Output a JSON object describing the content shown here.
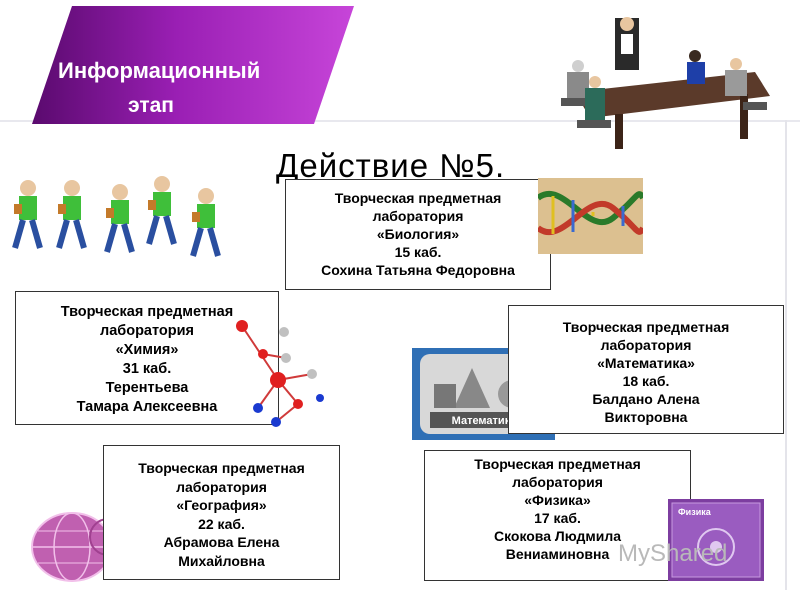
{
  "banner": {
    "line1": "Информационный",
    "line2": "этап"
  },
  "title": "Действие №5.",
  "labs": {
    "biology": [
      "Творческая предметная",
      "лаборатория",
      "«Биология»",
      "15 каб.",
      "Сохина Татьяна Федоровна"
    ],
    "chemistry": [
      "Творческая предметная",
      "лаборатория",
      "«Химия»",
      "31 каб.",
      "Терентьева",
      "Тамара Алексеевна"
    ],
    "math": [
      "Творческая предметная",
      "лаборатория",
      "«Математика»",
      "18 каб.",
      "Балдано Алена",
      "Викторовна"
    ],
    "geography": [
      "Творческая предметная",
      "лаборатория",
      "«География»",
      "22 каб.",
      "Абрамова Елена",
      "Михайловна"
    ],
    "physics": [
      "Творческая предметная",
      "лаборатория",
      "«Физика»",
      "17 каб.",
      "Скокова Людмила",
      "Вениаминовна"
    ]
  },
  "images": {
    "math_label": "Математика",
    "physics_label": "Физика"
  },
  "watermark": "MyShared",
  "colors": {
    "banner": "#9a1fb4",
    "math_bg": "#2f6fb5",
    "physics_bg": "#7d3ea0"
  }
}
